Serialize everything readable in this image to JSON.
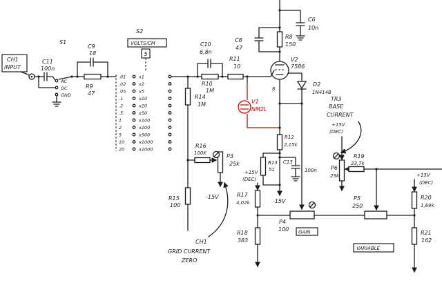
{
  "input": {
    "channel": "CH1",
    "label": "INPUT"
  },
  "s1": {
    "ref": "S1",
    "positions": [
      "AC",
      "DC",
      "GND"
    ]
  },
  "s2": {
    "ref": "S2",
    "title": "VOLTS/CM",
    "setting": "5",
    "ranges": [
      ".01",
      ".02",
      ".05",
      ".1",
      ".2",
      ".5",
      "1",
      "2",
      "5",
      "10",
      "20"
    ],
    "factors": [
      "x1",
      "x2",
      "x5",
      "x10",
      "x20",
      "x50",
      "x100",
      "x200",
      "x500",
      "x1000",
      "x2000"
    ]
  },
  "components": {
    "c11": {
      "ref": "C11",
      "value": "100n"
    },
    "c9": {
      "ref": "C9",
      "value": "18"
    },
    "r9": {
      "ref": "R9",
      "value": "47"
    },
    "c10": {
      "ref": "C10",
      "value": "6,8n"
    },
    "r10": {
      "ref": "R10",
      "value": "1M"
    },
    "r11": {
      "ref": "R11",
      "value": "10"
    },
    "r14": {
      "ref": "R14",
      "value": "1M"
    },
    "r15": {
      "ref": "R15",
      "value": "100"
    },
    "r16": {
      "ref": "R16",
      "value": "100K"
    },
    "p3": {
      "ref": "P3",
      "value": "25k"
    },
    "c8": {
      "ref": "C8",
      "value": "47"
    },
    "r8": {
      "ref": "R8",
      "value": "150"
    },
    "c6": {
      "ref": "C6",
      "value": "10n"
    },
    "v2": {
      "ref": "V2",
      "value": "7586",
      "pin": "8"
    },
    "v1": {
      "ref": "V1",
      "value": "NM2L"
    },
    "d2": {
      "ref": "D2",
      "value": "1N4148"
    },
    "r12": {
      "ref": "R12",
      "value": "2,15k"
    },
    "c13": {
      "ref": "C13",
      "value": "100n"
    },
    "r13": {
      "ref": "R13",
      "value": "51"
    },
    "r17": {
      "ref": "R17",
      "value": "4,02k"
    },
    "r18": {
      "ref": "R18",
      "value": "383"
    },
    "p4": {
      "ref": "P4",
      "value": "100"
    },
    "p6": {
      "ref": "P6",
      "value": "25k"
    },
    "r19": {
      "ref": "R19",
      "value": "23,7k"
    },
    "p5": {
      "ref": "P5",
      "value": "250"
    },
    "r20": {
      "ref": "R20",
      "value": "1,69k"
    },
    "r21": {
      "ref": "R21",
      "value": "162"
    }
  },
  "supplies": {
    "positive": "+15V",
    "positive_note": "(DEC)",
    "negative": "-15V"
  },
  "grid_note": {
    "channel": "CH1",
    "line1": "GRID CURRENT",
    "line2": "ZERO"
  },
  "tr3_note": {
    "ref": "TR3",
    "line1": "BASE",
    "line2": "CURRENT"
  },
  "controls": {
    "gain": "GAIN",
    "variable": "VARIABLE"
  },
  "colors": {
    "ink": "#1a1a1a",
    "highlight": "#d40000",
    "paper": "#ffffff"
  }
}
